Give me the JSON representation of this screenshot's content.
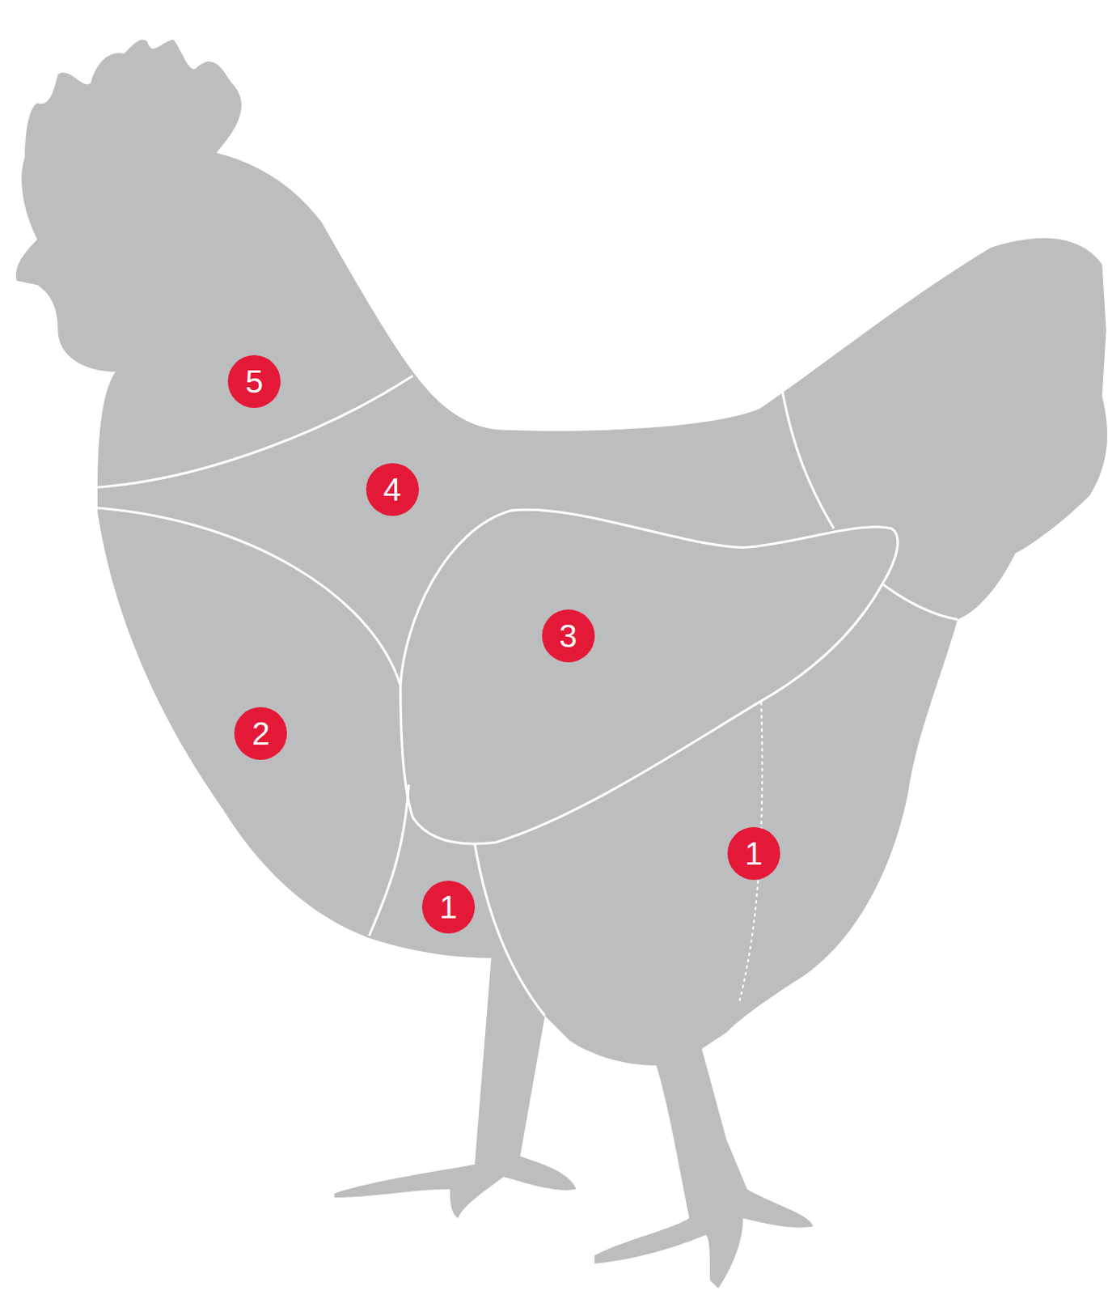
{
  "diagram": {
    "labels": [
      "5",
      "4",
      "3",
      "2",
      "1",
      "1"
    ]
  }
}
